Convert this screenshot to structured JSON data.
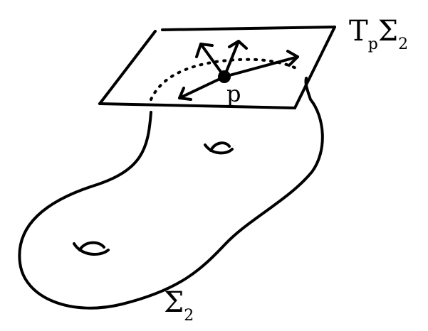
{
  "labels": {
    "tangent_plane": {
      "T": "T",
      "p": "p",
      "sigma": "Σ",
      "sub": "2"
    },
    "point": "p",
    "surface": {
      "sigma": "Σ",
      "sub": "2"
    }
  },
  "colors": {
    "ink": "#000000",
    "background": "#ffffff"
  }
}
